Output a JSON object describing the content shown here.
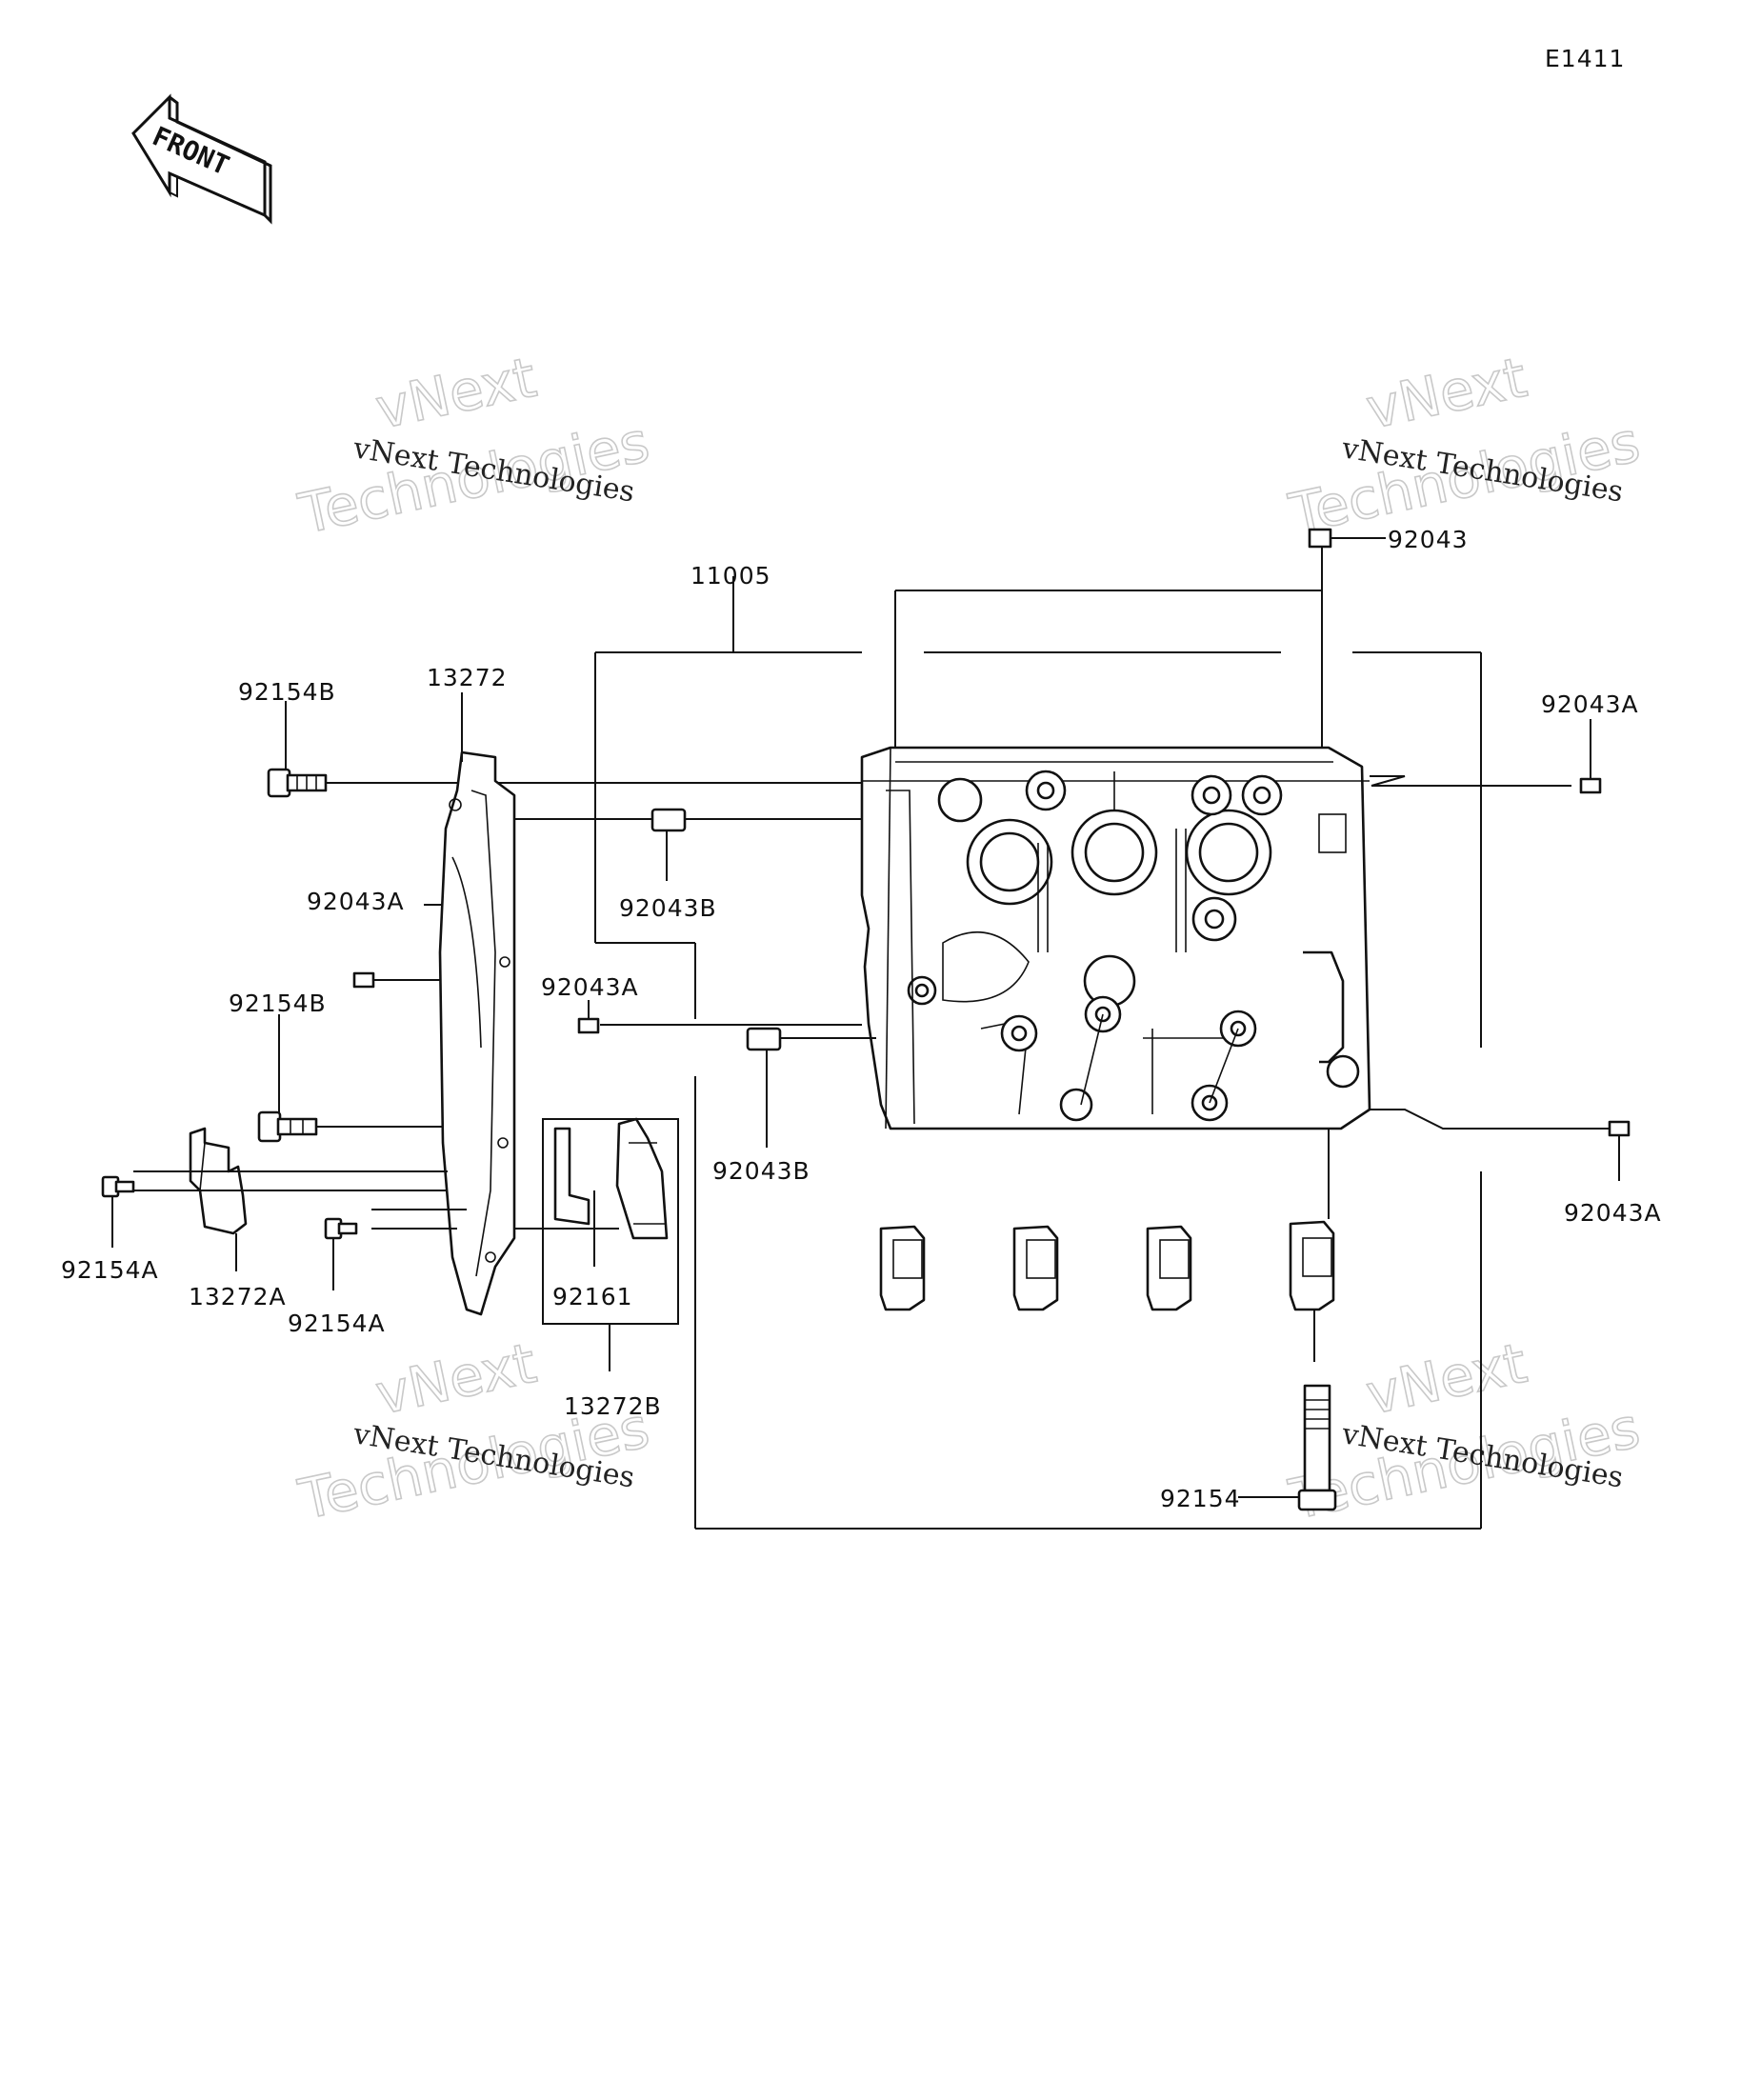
{
  "diagram_id": "E1411",
  "direction_arrow": {
    "text": "FRONT",
    "icon": "front-direction-arrow-icon"
  },
  "watermark": {
    "line1": "vNext Technologies",
    "line2": "vNext",
    "line3": "Technologies"
  },
  "labels": {
    "p11005": "11005",
    "p13272": "13272",
    "p13272A": "13272A",
    "p13272B": "13272B",
    "p92043": "92043",
    "p92043A": "92043A",
    "p92043B": "92043B",
    "p92154": "92154",
    "p92154A": "92154A",
    "p92154B": "92154B",
    "p92161": "92161"
  }
}
